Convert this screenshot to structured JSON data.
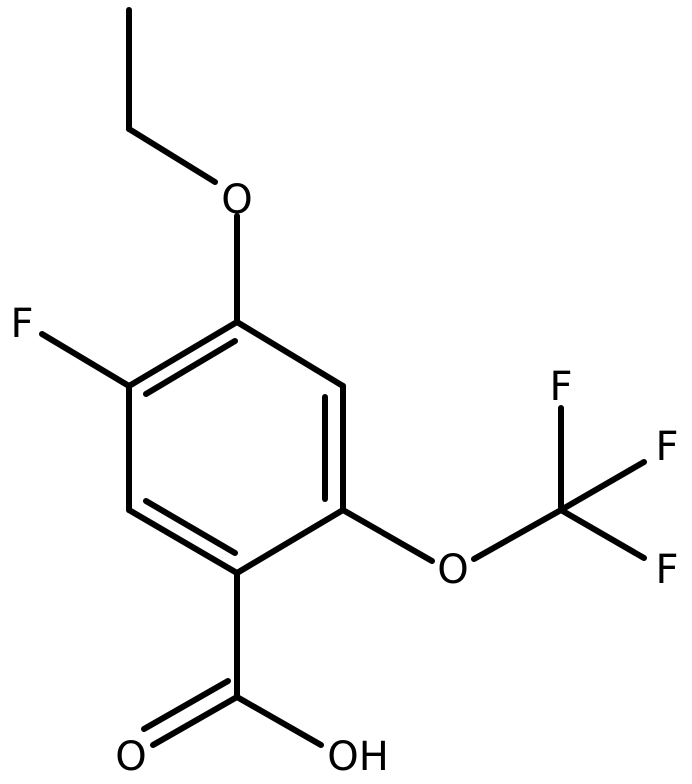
{
  "atoms": {
    "ether_oxygen": "O",
    "ring_fluorine": "F",
    "ocf3_oxygen": "O",
    "cf3_fluorine_top": "F",
    "cf3_fluorine_mid": "F",
    "cf3_fluorine_bottom": "F",
    "carbonyl_oxygen": "O",
    "hydroxyl": "OH"
  }
}
